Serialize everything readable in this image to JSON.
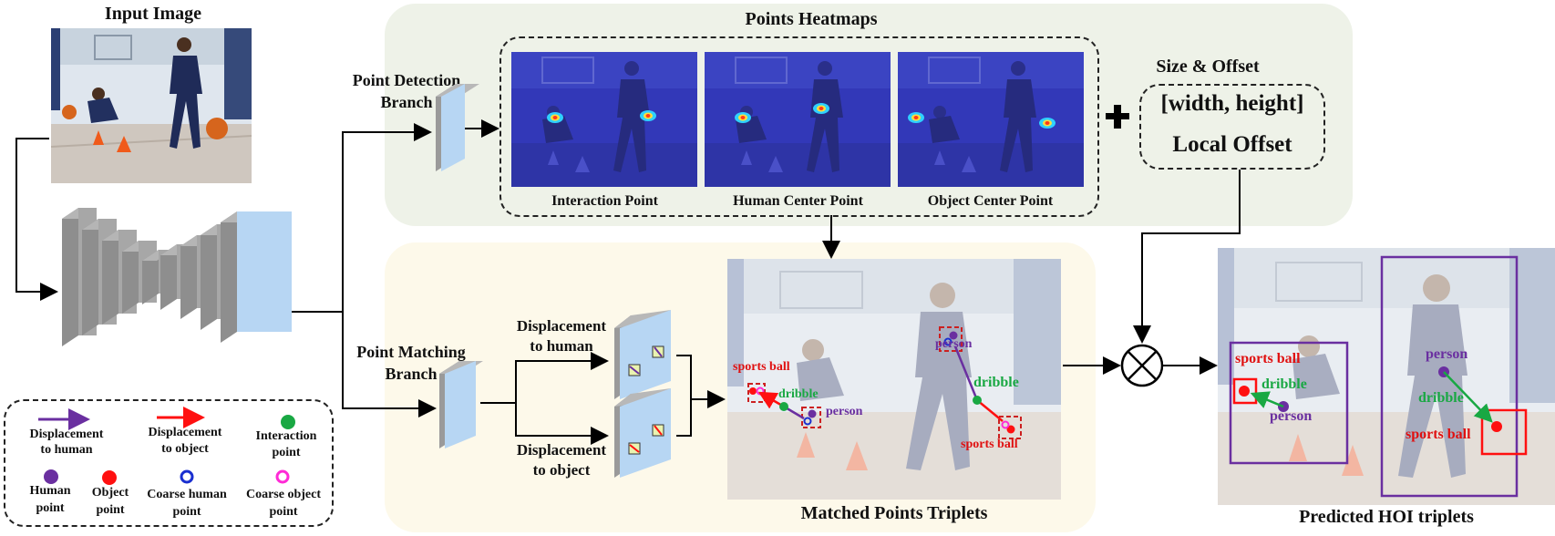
{
  "title_input": "Input Image",
  "heatmaps": {
    "title": "Points Heatmaps",
    "labels": [
      "Interaction Point",
      "Human Center Point",
      "Object Center Point"
    ]
  },
  "point_detection_branch": [
    "Point Detection",
    "Branch"
  ],
  "point_matching_branch": [
    "Point Matching",
    "Branch"
  ],
  "size_offset": {
    "title": "Size & Offset",
    "line1": "[width, height]",
    "line2": "Local Offset"
  },
  "displacement_human": [
    "Displacement",
    "to human"
  ],
  "displacement_object": [
    "Displacement",
    "to object"
  ],
  "matched_title": "Matched Points Triplets",
  "predicted_title": "Predicted HOI triplets",
  "annotations": {
    "sports_ball": "sports ball",
    "dribble": "dribble",
    "person": "person"
  },
  "legend": {
    "disp_human": [
      "Displacement",
      "to human"
    ],
    "disp_object": [
      "Displacement",
      "to object"
    ],
    "interaction": [
      "Interaction",
      "point"
    ],
    "human_point": [
      "Human",
      "point"
    ],
    "object_point": [
      "Object",
      "point"
    ],
    "coarse_human": [
      "Coarse human",
      "point"
    ],
    "coarse_object": [
      "Coarse object",
      "point"
    ]
  },
  "colors": {
    "human": "#6a2fa0",
    "object": "#ff1010",
    "interaction": "#19a843",
    "coarse_human": "#1a2fd0",
    "coarse_object": "#ff2bd6",
    "feature_block": "#b7d6f3",
    "heatmap_tint": "#3238b8"
  }
}
